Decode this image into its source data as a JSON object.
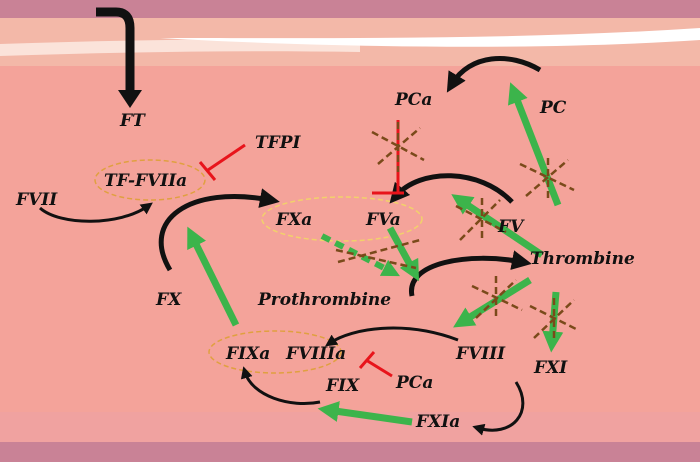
{
  "labels": {
    "ft": "FT",
    "tfpi": "TFPI",
    "pca_top": "PCa",
    "pc": "PC",
    "tf_fviia": "TF-FVIIa",
    "fvii": "FVII",
    "fxa": "FXa",
    "fva": "FVa",
    "fv": "FV",
    "thrombine": "Thrombine",
    "fx": "FX",
    "prothrombine": "Prothrombine",
    "fixa": "FIXa",
    "fviiia": "FVIIIa",
    "fviii": "FVIII",
    "fxi": "FXI",
    "fix": "FIX",
    "pca_bottom": "PCa",
    "fxia": "FXIa"
  },
  "colors": {
    "background": "#f4a39a",
    "vessel_wall": "#c98296",
    "vessel_band": "#f1b1a2",
    "activation_arrow": "#111111",
    "feedback_arrow": "#3cb44b",
    "inhibition": "#e8141b",
    "blocked_marker": "#7a4a1a",
    "complex_outline": "#e0a040"
  }
}
